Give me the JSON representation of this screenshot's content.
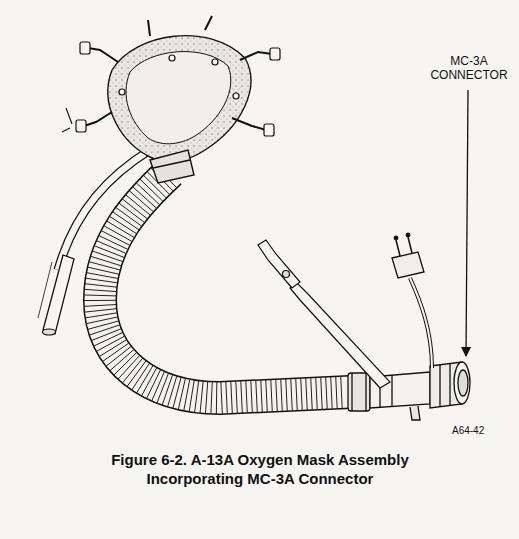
{
  "diagram": {
    "caption": "Figure 6-2. A-13A Oxygen Mask Assembly Incorporating MC-3A Connector",
    "labels": [
      "MC-3A CONNECTOR",
      "A64-42"
    ]
  }
}
